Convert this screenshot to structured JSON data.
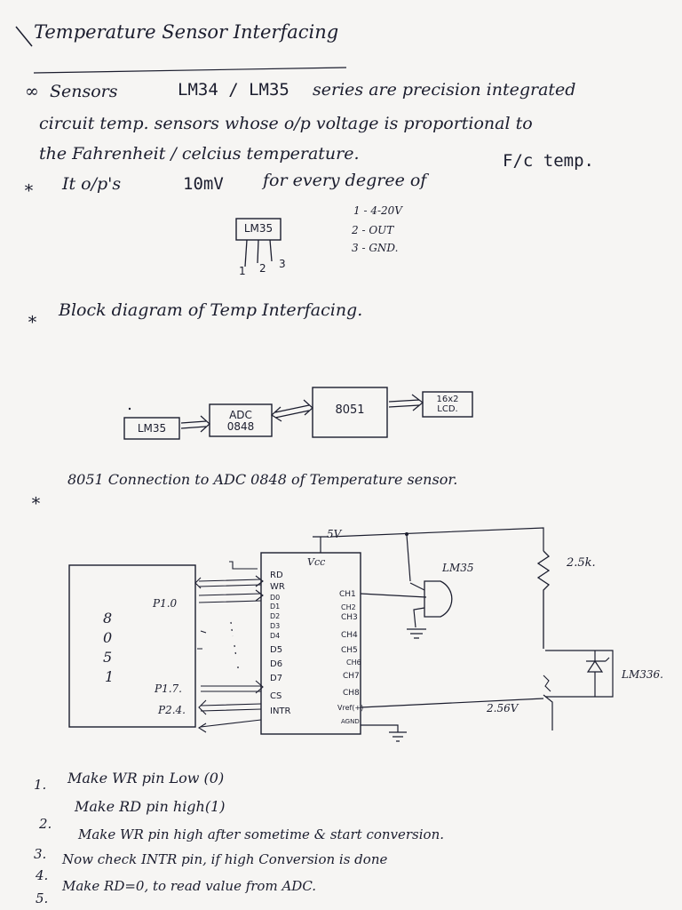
{
  "title": "Temperature Sensor Interfacing",
  "intro": {
    "line1_a": "Sensors",
    "line1_b": "LM34 / LM35",
    "line1_c": "series are precision integrated",
    "line2": "circuit temp. sensors whose o/p voltage is proportional to",
    "line3": "the Fahrenheit / celcius temperature.",
    "line4_a": "It o/p's",
    "line4_b": "10mV",
    "line4_c": "for every degree of",
    "line4_d": "F/c temp."
  },
  "pinout": {
    "chip": "LM35",
    "pins": [
      "1",
      "2",
      "3"
    ],
    "desc": [
      "1 - 4-20V",
      "2 - OUT",
      "3 - GND."
    ]
  },
  "block_heading": "Block diagram of Temp Interfacing.",
  "blocks": {
    "sensor": "LM35",
    "adc_l1": "ADC",
    "adc_l2": "0848",
    "mcu": "8051",
    "lcd_l1": "16x2",
    "lcd_l2": "LCD."
  },
  "conn_heading": "8051 Connection to ADC 0848 of Temperature sensor.",
  "schematic": {
    "mcu_label": [
      "8",
      "0",
      "5",
      "1"
    ],
    "p10": "P1.0",
    "p17": "P1.7.",
    "p24": "P2.4.",
    "vsupply": "5V",
    "vcc": "Vcc",
    "left_pins": [
      "RD",
      "WR",
      "D0",
      "D1",
      "D2",
      "D3",
      "D4",
      "D5",
      "D6",
      "D7",
      "CS",
      "INTR"
    ],
    "right_pins": [
      "CH1",
      "CH2",
      "CH3",
      "CH4",
      "CH5",
      "CH6",
      "CH7",
      "CH8",
      "Vref(+)",
      "AGND"
    ],
    "sensor": "LM35",
    "res": "2.5k.",
    "zener": "LM336.",
    "vref": "2.56V"
  },
  "steps": [
    {
      "n": "1.",
      "text": "Make WR pin Low (0)"
    },
    {
      "n": "2.",
      "text": "Make RD pin high(1)"
    },
    {
      "n": "3.",
      "text": "Make WR pin high after sometime & start conversion."
    },
    {
      "n": "4.",
      "text": "Now check INTR pin, if high Conversion is done"
    },
    {
      "n": "5.",
      "text": "Make RD=0, to read value from ADC."
    }
  ]
}
